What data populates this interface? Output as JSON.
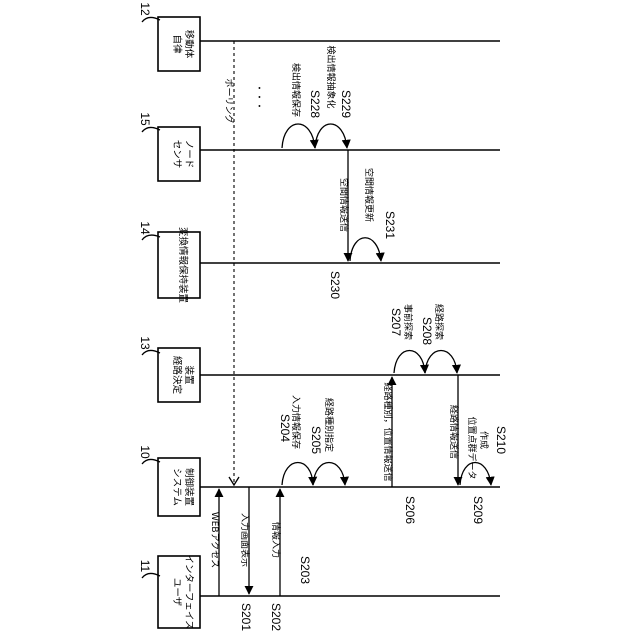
{
  "entities": [
    {
      "ref": "12",
      "label_lines": [
        "自律",
        "移動体"
      ]
    },
    {
      "ref": "15",
      "label_lines": [
        "センサ",
        "ノード"
      ]
    },
    {
      "ref": "14",
      "label_lines": [
        "変換情報保持装置"
      ]
    },
    {
      "ref": "13",
      "label_lines": [
        "経路決定",
        "装置"
      ]
    },
    {
      "ref": "10",
      "label_lines": [
        "システム",
        "制御装置"
      ]
    },
    {
      "ref": "11",
      "label_lines": [
        "ユーザ",
        "インターフェイス"
      ]
    }
  ],
  "messages": {
    "web_access": "WEBアクセス",
    "input_screen": "入力画面表示",
    "info_input": "情報入力",
    "input_save": "入力情報保存",
    "route_type": "経路種別指定",
    "route_pos_send": "経路種別，位置情報送信",
    "pre_search": "事前探索",
    "route_search": "経路探索",
    "route_info_send": "経路情報送信",
    "pointcloud": [
      "位置点群データ",
      "作成"
    ],
    "polling": "ポーリング",
    "ellipsis": "・・・",
    "detect_save": "検出情報保存",
    "detect_abstract": "検出情報抽象化",
    "space_send": "空間情報送信",
    "space_update": "空間情報更新"
  },
  "steps": {
    "s201": "S201",
    "s202": "S202",
    "s203": "S203",
    "s204": "S204",
    "s205": "S205",
    "s206": "S206",
    "s207": "S207",
    "s208": "S208",
    "s209": "S209",
    "s210": "S210",
    "s228": "S228",
    "s229": "S229",
    "s230": "S230",
    "s231": "S231"
  }
}
